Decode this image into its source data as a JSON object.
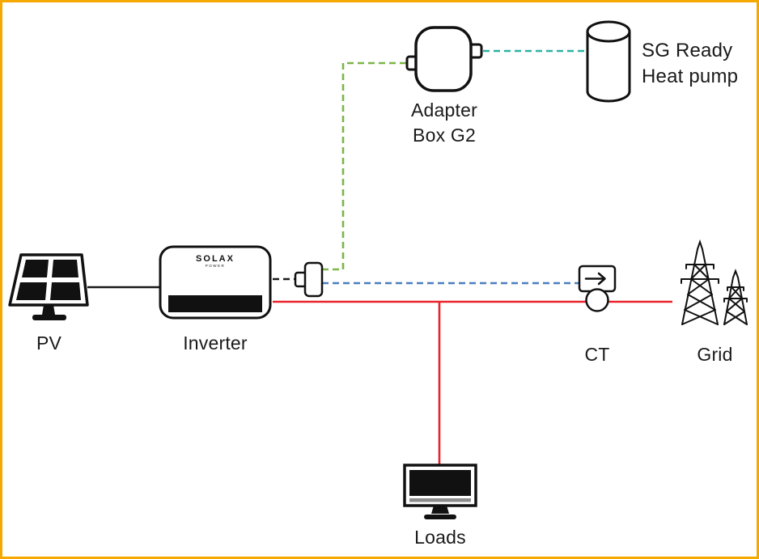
{
  "colors": {
    "border_orange": "#F5A800",
    "wire_black": "#1A1A1A",
    "wire_red": "#E8232A",
    "wire_green": "#7AB648",
    "wire_teal": "#2BB3A3",
    "wire_blue": "#4A7EBF",
    "text": "#1A1A1A"
  },
  "nodes": {
    "pv": {
      "label": "PV"
    },
    "inverter": {
      "label": "Inverter",
      "brand": "SOLAX",
      "brand_sub": "POWER"
    },
    "adapter_box": {
      "label": "Adapter\nBox G2"
    },
    "heat_pump": {
      "label": "SG Ready\nHeat pump"
    },
    "ct": {
      "label": "CT"
    },
    "grid": {
      "label": "Grid"
    },
    "loads": {
      "label": "Loads"
    }
  },
  "connections": [
    {
      "from": "pv",
      "to": "inverter",
      "style": "solid",
      "color": "wire_black"
    },
    {
      "from": "inverter",
      "to": "splitter-connector",
      "style": "dashed",
      "color": "wire_black"
    },
    {
      "from": "splitter-connector",
      "to": "adapter_box",
      "style": "dashed",
      "color": "wire_green"
    },
    {
      "from": "adapter_box",
      "to": "heat_pump",
      "style": "dashed",
      "color": "wire_teal"
    },
    {
      "from": "splitter-connector",
      "to": "ct",
      "style": "dashed",
      "color": "wire_blue"
    },
    {
      "from": "inverter",
      "to": "grid",
      "style": "solid",
      "color": "wire_red"
    },
    {
      "from": "inverter-grid-line",
      "to": "loads",
      "style": "solid",
      "color": "wire_red"
    }
  ]
}
